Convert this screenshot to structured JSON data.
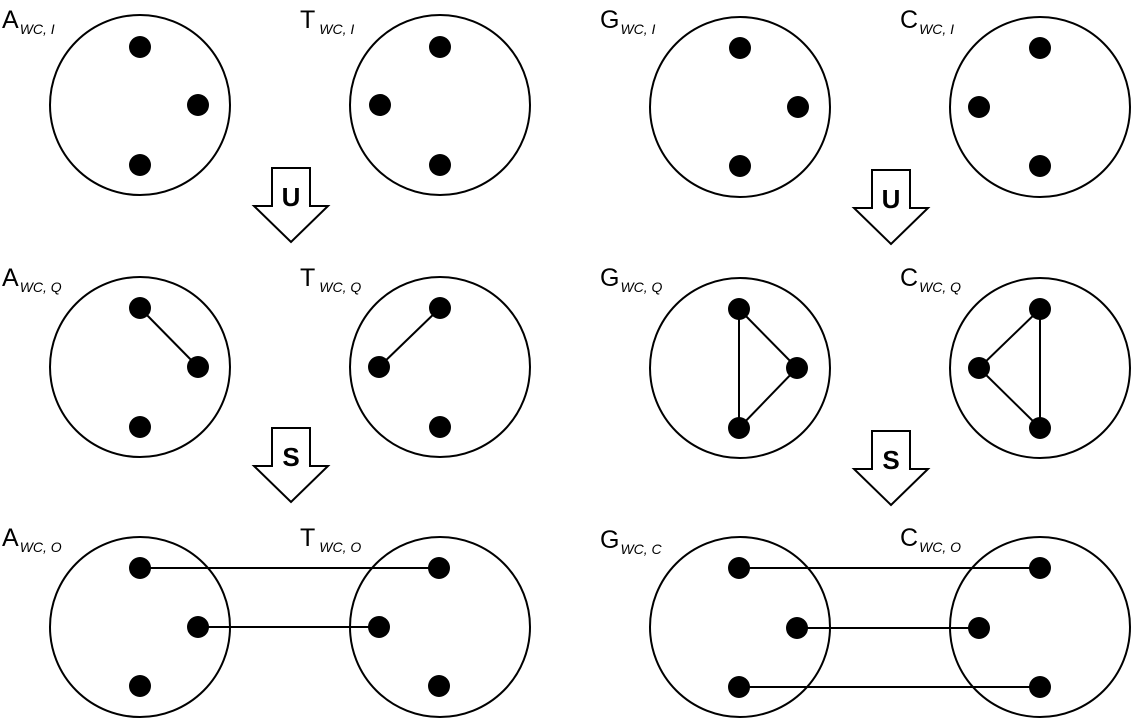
{
  "labels": {
    "a_i": {
      "main": "A",
      "sub": "WC, I"
    },
    "t_i": {
      "main": "T",
      "sub": "WC, I"
    },
    "g_i": {
      "main": "G",
      "sub": "WC, I"
    },
    "c_i": {
      "main": "C",
      "sub": "WC, I"
    },
    "a_q": {
      "main": "A",
      "sub": "WC, Q"
    },
    "t_q": {
      "main": "T",
      "sub": "WC, Q"
    },
    "g_q": {
      "main": "G",
      "sub": "WC, Q"
    },
    "c_q": {
      "main": "C",
      "sub": "WC, Q"
    },
    "a_o": {
      "main": "A",
      "sub": "WC, O"
    },
    "t_o": {
      "main": "T",
      "sub": "WC, O"
    },
    "g_o": {
      "main": "G",
      "sub": "WC, C"
    },
    "c_o": {
      "main": "C",
      "sub": "WC, O"
    }
  },
  "arrows": {
    "left_u": "U",
    "right_u": "U",
    "left_s": "S",
    "right_s": "S"
  }
}
